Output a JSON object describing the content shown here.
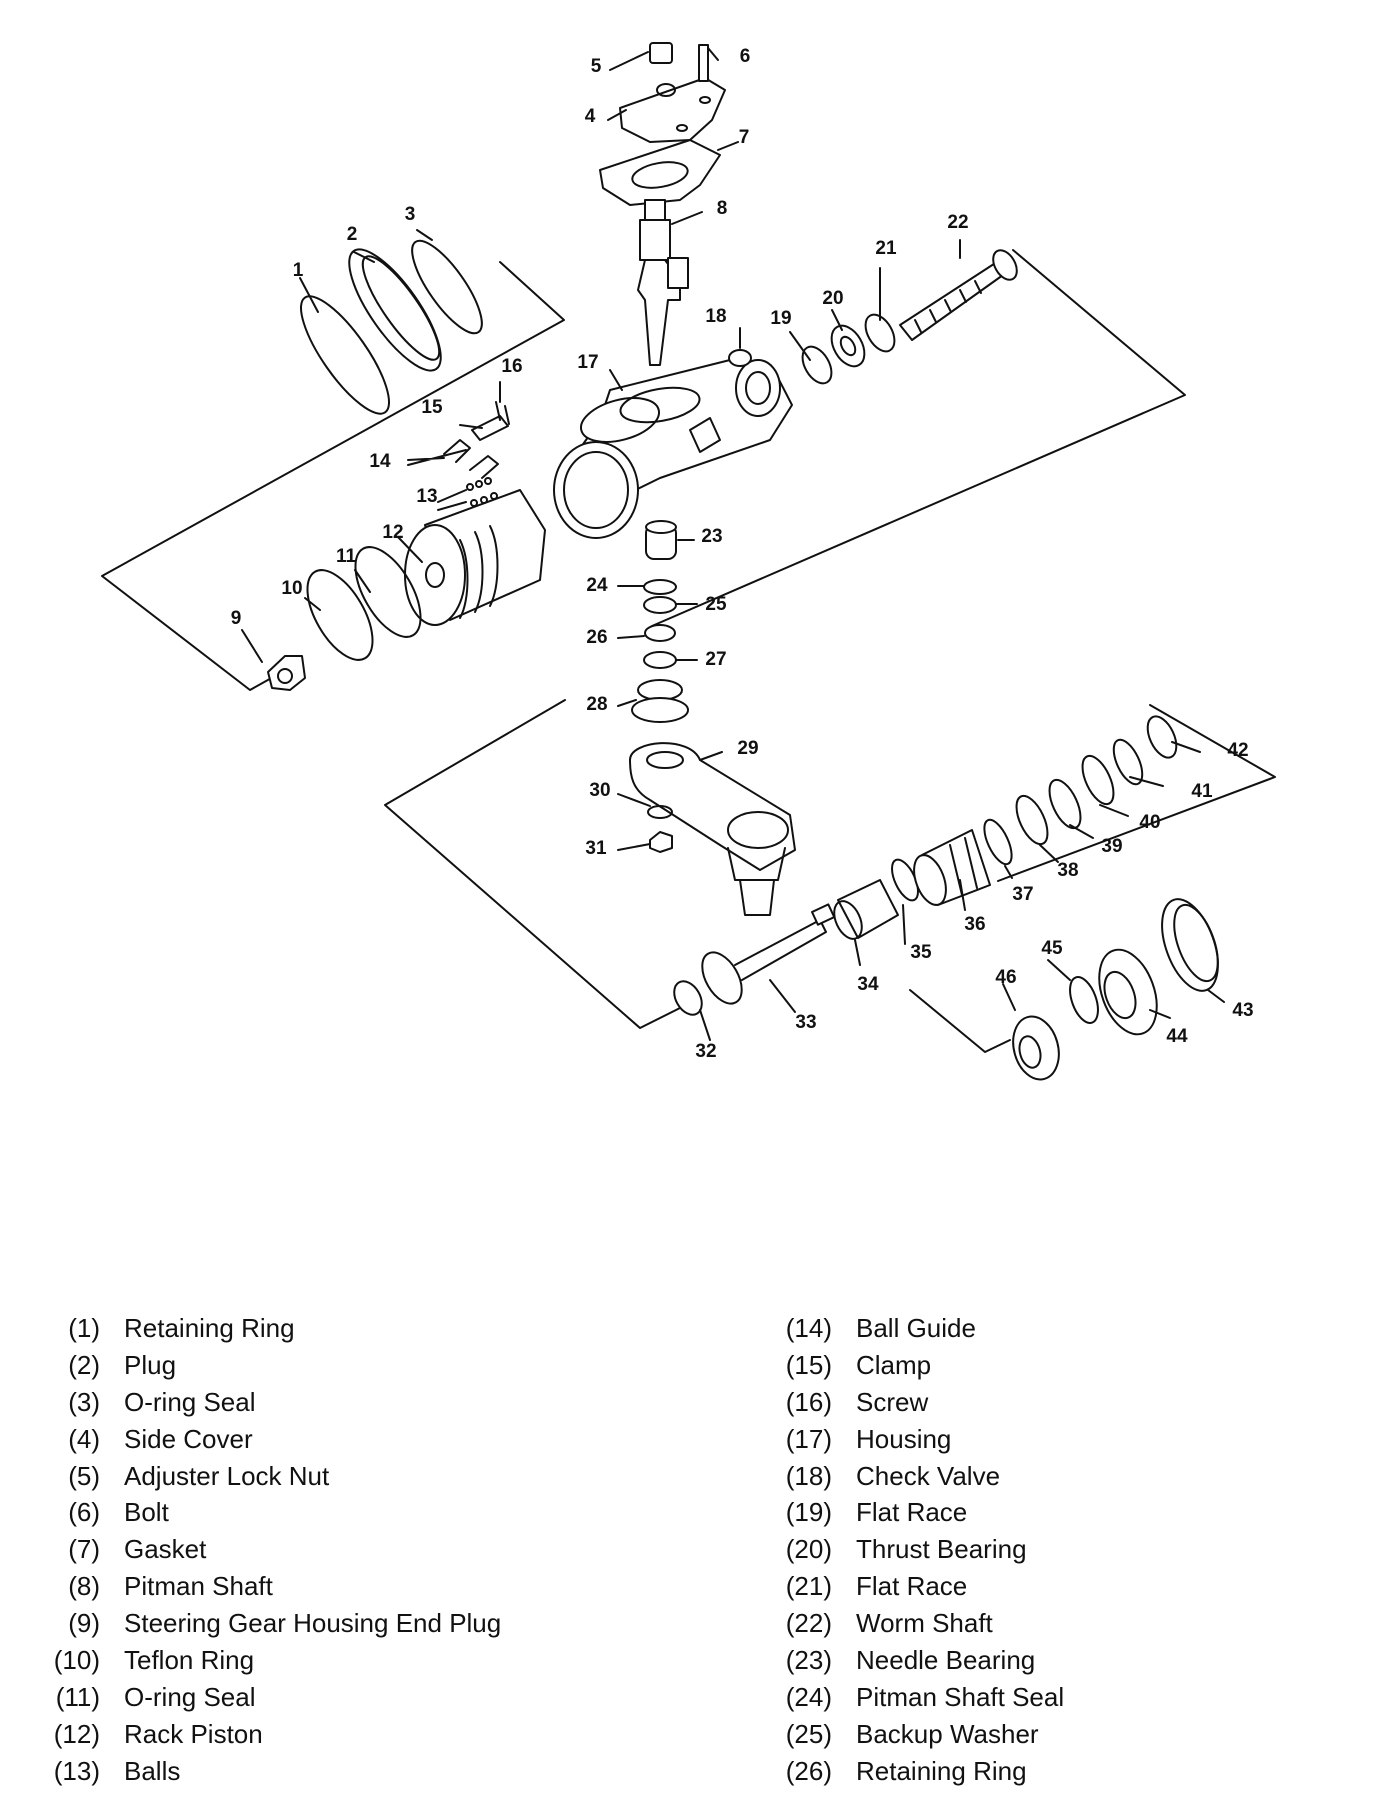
{
  "diagram": {
    "callouts": [
      "1",
      "2",
      "3",
      "4",
      "5",
      "6",
      "7",
      "8",
      "9",
      "10",
      "11",
      "12",
      "13",
      "14",
      "15",
      "16",
      "17",
      "18",
      "19",
      "20",
      "21",
      "22",
      "23",
      "24",
      "25",
      "26",
      "27",
      "28",
      "29",
      "30",
      "31",
      "32",
      "33",
      "34",
      "35",
      "36",
      "37",
      "38",
      "39",
      "40",
      "41",
      "42",
      "43",
      "44",
      "45",
      "46"
    ],
    "stroke_color": "#111111"
  },
  "legend": {
    "left": [
      {
        "num": "(1)",
        "label": "Retaining Ring"
      },
      {
        "num": "(2)",
        "label": "Plug"
      },
      {
        "num": "(3)",
        "label": "O-ring Seal"
      },
      {
        "num": "(4)",
        "label": "Side Cover"
      },
      {
        "num": "(5)",
        "label": "Adjuster Lock Nut"
      },
      {
        "num": "(6)",
        "label": "Bolt"
      },
      {
        "num": "(7)",
        "label": "Gasket"
      },
      {
        "num": "(8)",
        "label": "Pitman Shaft"
      },
      {
        "num": "(9)",
        "label": "Steering Gear Housing End Plug"
      },
      {
        "num": "(10)",
        "label": "Teflon Ring"
      },
      {
        "num": "(11)",
        "label": "O-ring Seal"
      },
      {
        "num": "(12)",
        "label": "Rack Piston"
      },
      {
        "num": "(13)",
        "label": "Balls"
      }
    ],
    "right": [
      {
        "num": "(14)",
        "label": "Ball Guide"
      },
      {
        "num": "(15)",
        "label": "Clamp"
      },
      {
        "num": "(16)",
        "label": "Screw"
      },
      {
        "num": "(17)",
        "label": "Housing"
      },
      {
        "num": "(18)",
        "label": "Check Valve"
      },
      {
        "num": "(19)",
        "label": "Flat Race"
      },
      {
        "num": "(20)",
        "label": "Thrust Bearing"
      },
      {
        "num": "(21)",
        "label": "Flat Race"
      },
      {
        "num": "(22)",
        "label": "Worm Shaft"
      },
      {
        "num": "(23)",
        "label": "Needle Bearing"
      },
      {
        "num": "(24)",
        "label": "Pitman Shaft Seal"
      },
      {
        "num": "(25)",
        "label": "Backup Washer"
      },
      {
        "num": "(26)",
        "label": "Retaining Ring"
      }
    ]
  }
}
